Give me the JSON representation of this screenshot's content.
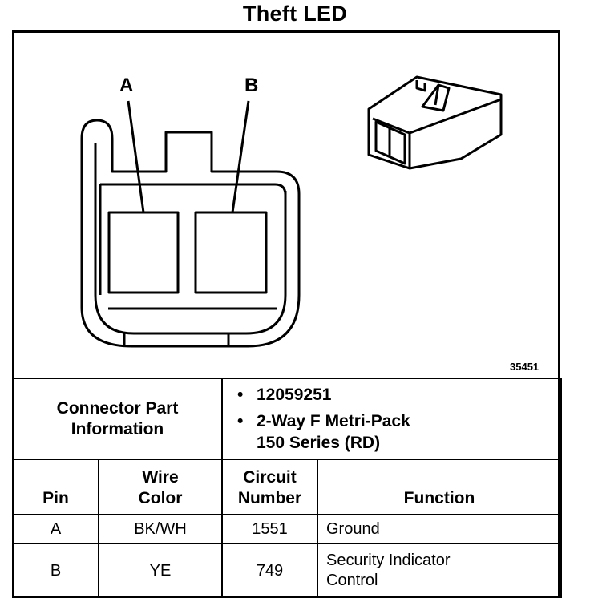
{
  "title": "Theft LED",
  "figure_code": "35451",
  "diagram": {
    "pin_labels": [
      "A",
      "B"
    ]
  },
  "connector_info": {
    "label_line1": "Connector Part",
    "label_line2": "Information",
    "part_number": "12059251",
    "description_line1": "2-Way F Metri-Pack",
    "description_line2": "150 Series (RD)",
    "bullet": "•"
  },
  "table": {
    "headers": {
      "pin": "Pin",
      "wire_color_line1": "Wire",
      "wire_color_line2": "Color",
      "circuit_line1": "Circuit",
      "circuit_line2": "Number",
      "function": "Function"
    },
    "rows": [
      {
        "pin": "A",
        "wire_color": "BK/WH",
        "circuit": "1551",
        "function_line1": "Ground",
        "function_line2": ""
      },
      {
        "pin": "B",
        "wire_color": "YE",
        "circuit": "749",
        "function_line1": "Security Indicator",
        "function_line2": "Control"
      }
    ]
  }
}
